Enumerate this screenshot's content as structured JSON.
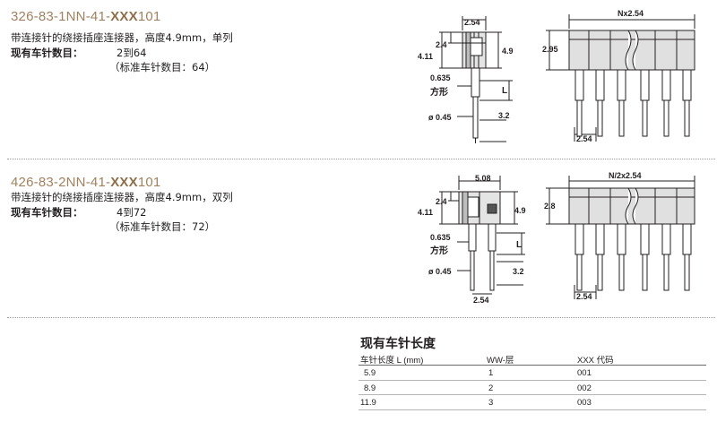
{
  "products": [
    {
      "part_prefix": "326-83-1NN-41-",
      "part_suffix": "XXX",
      "part_tail": "101",
      "description": "带连接针的绕接插座连接器，高度4.9mm，单列",
      "pins_label": "现有车针数目：",
      "pins_range": "2到64",
      "pins_standard": "（标准车针数目：64）",
      "drawing": {
        "dim_top": "2.54",
        "dim_24": "2.4",
        "dim_411": "4.11",
        "dim_49": "4.9",
        "dim_0635": "0.635",
        "square": "方形",
        "dim_L": "L",
        "dim_dia": "ø 0.45",
        "dim_32": "3.2",
        "dim_n": "Nx2.54",
        "dim_295": "2.95",
        "dim_bottom": "2.54"
      }
    },
    {
      "part_prefix": "426-83-2NN-41-",
      "part_suffix": "XXX",
      "part_tail": "101",
      "description": "带连接针的绕接插座连接器，高度4.9mm，双列",
      "pins_label": "现有车针数目：",
      "pins_range": "4到72",
      "pins_standard": "（标准车针数目：72）",
      "drawing": {
        "dim_top": "5.08",
        "dim_24": "2.4",
        "dim_411": "4.11",
        "dim_49": "4.9",
        "dim_0635": "0.635",
        "square": "方形",
        "dim_L": "L",
        "dim_dia": "ø 0.45",
        "dim_32": "3.2",
        "dim_254": "2.54",
        "dim_n": "N/2x2.54",
        "dim_28": "2.8",
        "dim_bottom": "2.54"
      }
    }
  ],
  "length_table": {
    "title": "现有车针长度",
    "headers": [
      "车针长度 L (mm)",
      "WW-层",
      "XXX 代码"
    ],
    "rows": [
      [
        "5.9",
        "1",
        "001"
      ],
      [
        "8.9",
        "2",
        "002"
      ],
      [
        "11.9",
        "3",
        "003"
      ]
    ]
  }
}
